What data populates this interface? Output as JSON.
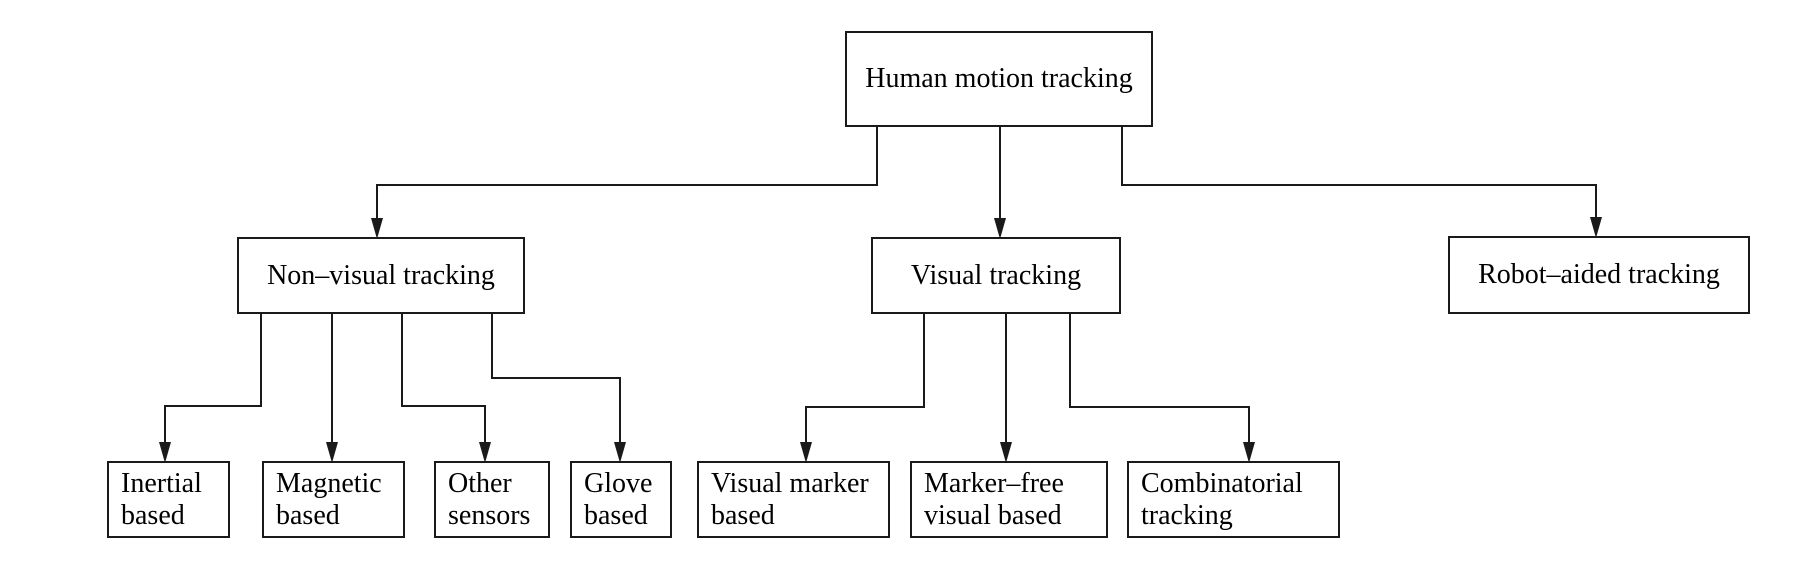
{
  "diagram": {
    "title": "Human motion tracking taxonomy flowchart",
    "colors": {
      "background": "#ffffff",
      "line": "#1a1a1a",
      "text": "#000000",
      "box_fill": "#ffffff"
    },
    "nodes": {
      "human": {
        "label": "Human motion tracking"
      },
      "non_visual": {
        "label": "Non–visual tracking"
      },
      "visual": {
        "label": "Visual tracking"
      },
      "robot_aided": {
        "label": "Robot–aided tracking"
      },
      "inertial": {
        "lines": [
          "Inertial",
          "based"
        ]
      },
      "magnetic": {
        "lines": [
          "Magnetic",
          "based"
        ]
      },
      "other_sensors": {
        "lines": [
          "Other",
          "sensors"
        ]
      },
      "glove": {
        "lines": [
          "Glove",
          "based"
        ]
      },
      "visual_marker": {
        "lines": [
          "Visual marker",
          "based"
        ]
      },
      "marker_free": {
        "lines": [
          "Marker–free",
          "visual based"
        ]
      },
      "combinatorial": {
        "lines": [
          "Combinatorial",
          "tracking"
        ]
      }
    },
    "edges": [
      {
        "from": "human",
        "to": "non_visual"
      },
      {
        "from": "human",
        "to": "visual"
      },
      {
        "from": "human",
        "to": "robot_aided"
      },
      {
        "from": "non_visual",
        "to": "inertial"
      },
      {
        "from": "non_visual",
        "to": "magnetic"
      },
      {
        "from": "non_visual",
        "to": "other_sensors"
      },
      {
        "from": "non_visual",
        "to": "glove"
      },
      {
        "from": "visual",
        "to": "visual_marker"
      },
      {
        "from": "visual",
        "to": "marker_free"
      },
      {
        "from": "visual",
        "to": "combinatorial"
      }
    ]
  }
}
